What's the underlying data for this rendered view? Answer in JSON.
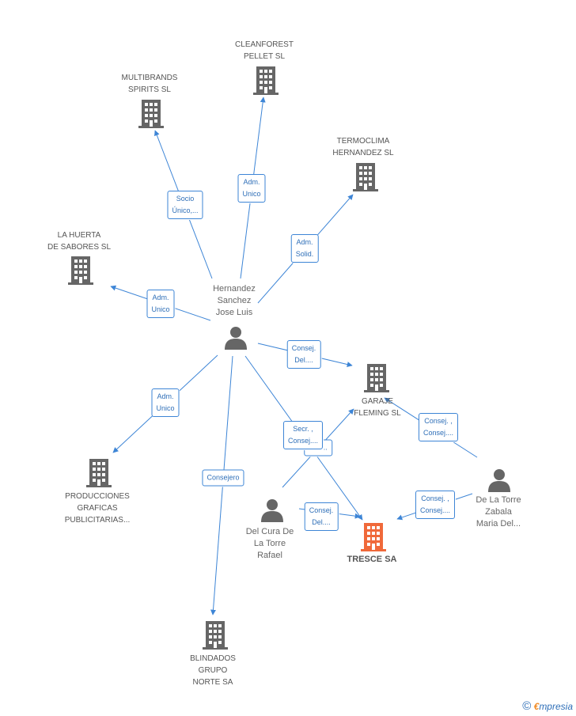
{
  "colors": {
    "edge": "#3d85d6",
    "company": "#666666",
    "main_company": "#f0693a",
    "person": "#666666"
  },
  "companies": {
    "cleanforest": "CLEANFOREST\nPELLET SL",
    "multibrands": "MULTIBRANDS\nSPIRITS SL",
    "termoclima": "TERMOCLIMA\nHERNANDEZ SL",
    "lahuerta": "LA HUERTA\nDE SABORES SL",
    "garaje": "GARAJE\nFLEMING SL",
    "producciones": "PRODUCCIONES\nGRAFICAS\nPUBLICITARIAS...",
    "tresce": "TRESCE SA",
    "blindados": "BLINDADOS\nGRUPO\nNORTE SA"
  },
  "persons": {
    "hernandez": "Hernandez\nSanchez\nJose Luis",
    "delcura": "Del Cura De\nLa Torre\nRafael",
    "delatorre": "De La Torre\nZabala\nMaria Del..."
  },
  "edges": {
    "socio": "Socio\nÚnico,...",
    "adm_cleanforest": "Adm.\nUnico",
    "adm_termoclima": "Adm.\nSolid.",
    "adm_lahuerta": "Adm.\nUnico",
    "consej_garaje": "Consej.\nDel....",
    "adm_producciones": "Adm.\nUnico",
    "consejero": "Consejero",
    "secr": "Secr. ,\nConsej....",
    "del_behind": "Del....",
    "consej_delatorre_garaje": "Consej. ,\nConsej....",
    "consej_delcura_tresce": "Consej.\nDel....",
    "consej_delatorre_tresce": "Consej. ,\nConsej...."
  },
  "brand": {
    "copyright": "©",
    "e": "€",
    "rest": "mpresia"
  }
}
